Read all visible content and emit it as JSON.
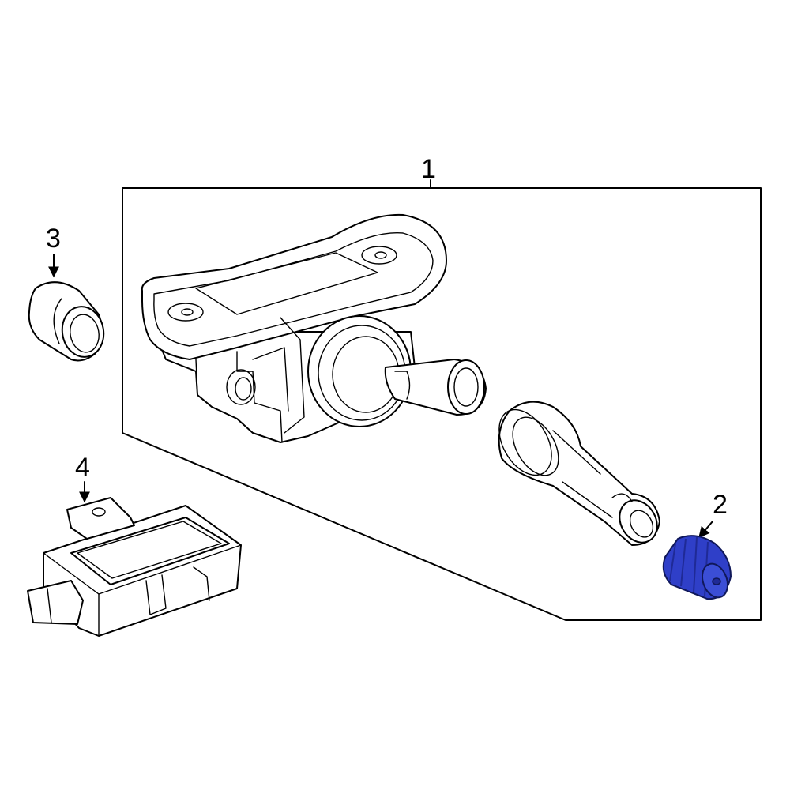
{
  "callouts": {
    "item1": "1",
    "item2": "2",
    "item3": "3",
    "item4": "4"
  },
  "colors": {
    "highlight_part": "#2f3fc8",
    "highlight_part_dark": "#1f2a96",
    "line": "#000000",
    "background": "#ffffff"
  },
  "parts": [
    {
      "callout": "1",
      "icon": "tpms-sensor-assembly-icon"
    },
    {
      "callout": "2",
      "icon": "valve-cap-icon",
      "highlighted": true
    },
    {
      "callout": "3",
      "icon": "sensor-cap-icon"
    },
    {
      "callout": "4",
      "icon": "control-module-icon"
    }
  ]
}
